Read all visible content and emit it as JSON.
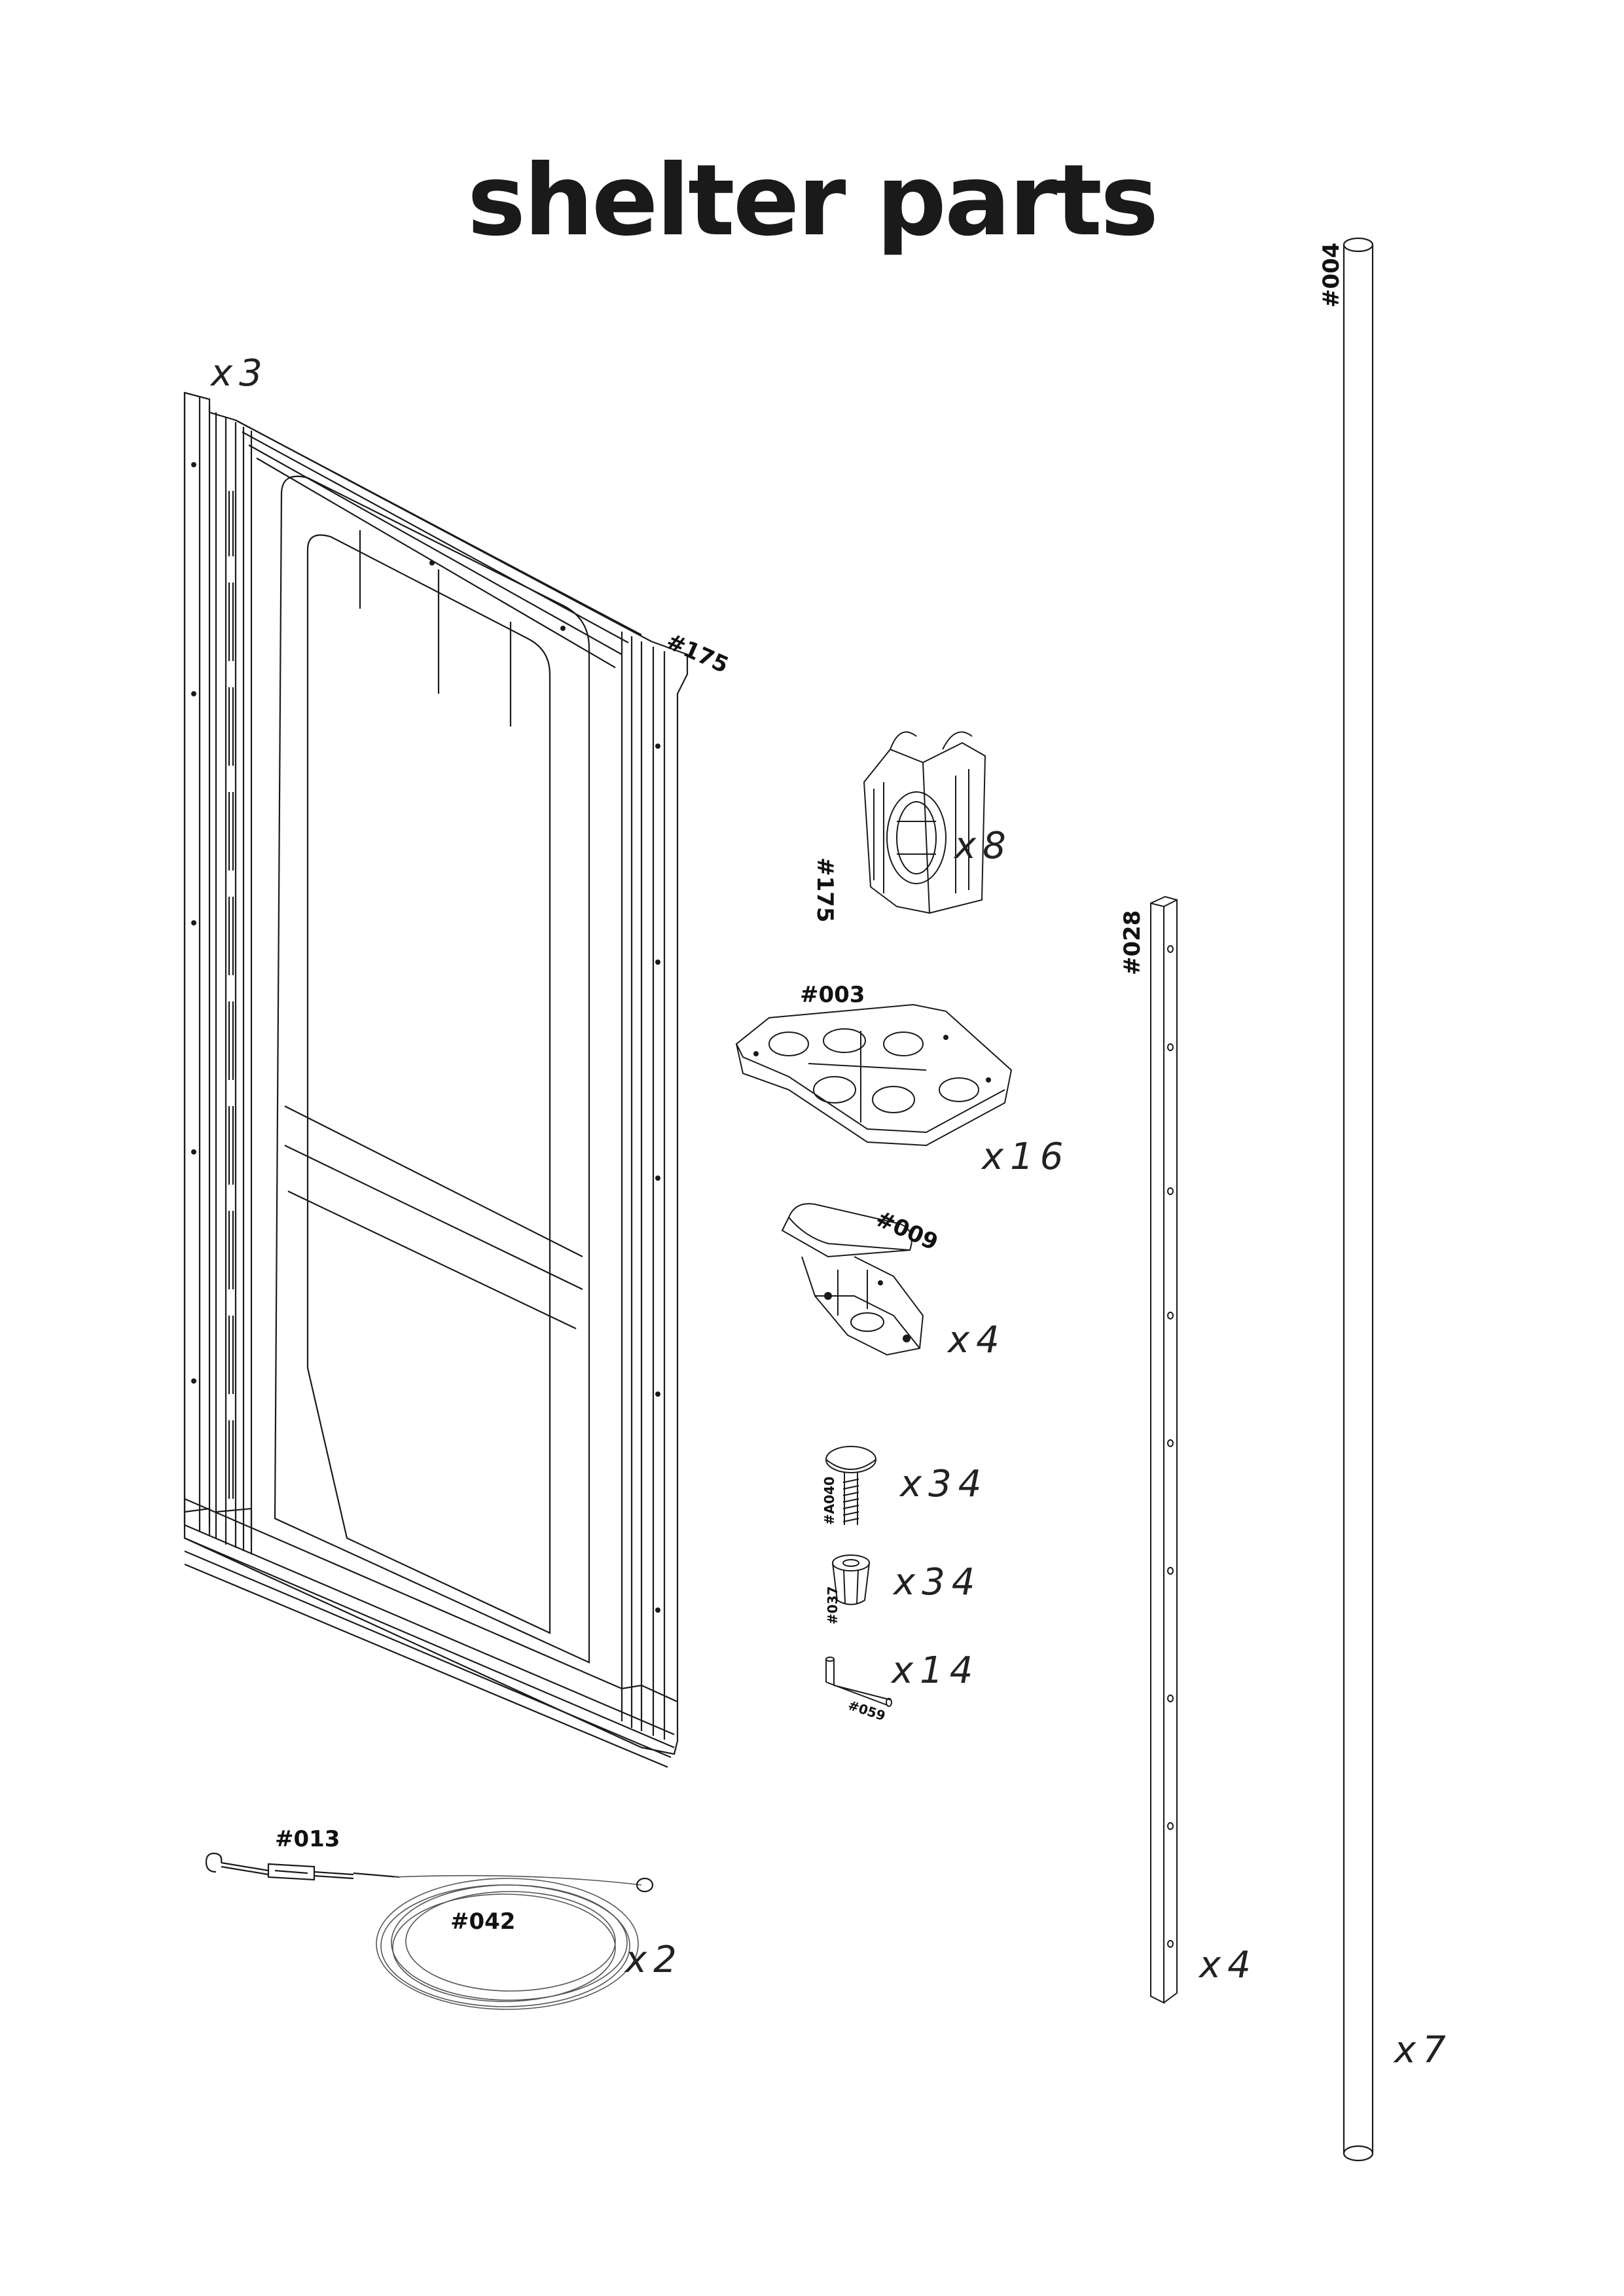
{
  "title": "shelter parts",
  "parts": {
    "panel": {
      "number": "#175",
      "quantity": "x3"
    },
    "bracket": {
      "number": "#175",
      "quantity": "x8"
    },
    "clamp": {
      "number": "#003",
      "quantity": "x16"
    },
    "coupler": {
      "number": "#009",
      "quantity": "x4"
    },
    "bolt": {
      "number": "#A040",
      "quantity": "x34"
    },
    "nut": {
      "number": "#037",
      "quantity": "x34"
    },
    "pin": {
      "number": "#059",
      "quantity": "x14"
    },
    "turnbuckle": {
      "number": "#013"
    },
    "cable": {
      "number": "#042",
      "quantity": "x2"
    },
    "rail": {
      "number": "#028",
      "quantity": "x4"
    },
    "pole": {
      "number": "#004",
      "quantity": "x7"
    }
  }
}
